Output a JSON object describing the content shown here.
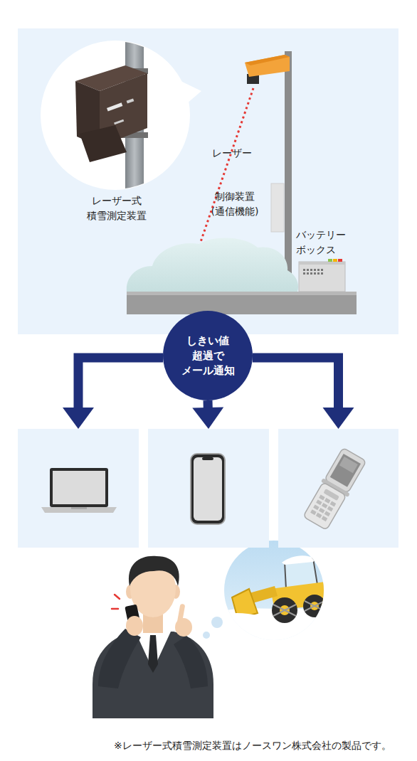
{
  "diagram": {
    "nodes": [
      {
        "text": [
          "しきい値 超過で メール通知"
        ]
      },
      {
        "text": []
      },
      {
        "text": []
      },
      {
        "text": []
      }
    ],
    "edges": [
      {
        "from": 0,
        "to": 1,
        "arrow": "to"
      },
      {
        "from": 0,
        "to": 2,
        "arrow": "to"
      },
      {
        "from": 0,
        "to": 3,
        "arrow": "to"
      }
    ],
    "labels": [
      "レーザー式 積雪測定装置",
      "レーザー",
      "制御装置 (通信機能)",
      "バッテリー ボックス",
      "※レーザー式積雪測定装置はノースワン株式会社の製品です。"
    ]
  }
}
